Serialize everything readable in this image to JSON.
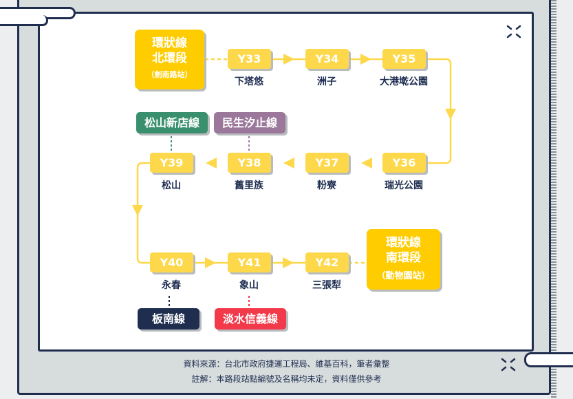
{
  "north_terminal": {
    "line1": "環狀線",
    "line2": "北環段",
    "sub": "（劍南路站）"
  },
  "south_terminal": {
    "line1": "環狀線",
    "line2": "南環段",
    "sub": "（動物園站）"
  },
  "stations": [
    {
      "code": "Y33",
      "name": "下塔悠"
    },
    {
      "code": "Y34",
      "name": "洲子"
    },
    {
      "code": "Y35",
      "name": "大港墘公園"
    },
    {
      "code": "Y36",
      "name": "瑞光公園"
    },
    {
      "code": "Y37",
      "name": "粉寮"
    },
    {
      "code": "Y38",
      "name": "舊里族"
    },
    {
      "code": "Y39",
      "name": "松山"
    },
    {
      "code": "Y40",
      "name": "永春"
    },
    {
      "code": "Y41",
      "name": "象山"
    },
    {
      "code": "Y42",
      "name": "三張犁"
    }
  ],
  "transfers": [
    {
      "name": "松山新店線",
      "color": "#3a8f6e"
    },
    {
      "name": "民生汐止線",
      "color": "#9b789b"
    },
    {
      "name": "板南線",
      "color": "#1f2d4f"
    },
    {
      "name": "淡水信義線",
      "color": "#f23a4a"
    }
  ],
  "footer": {
    "source": "資料來源：台北市政府捷運工程局、維基百科，筆者彙整",
    "note": "註解：本路段站點編號及名稱均未定，資料僅供參考"
  },
  "colors": {
    "station": "#fdd84a",
    "terminal": "#ffcc00",
    "text": "#1d2d50"
  }
}
